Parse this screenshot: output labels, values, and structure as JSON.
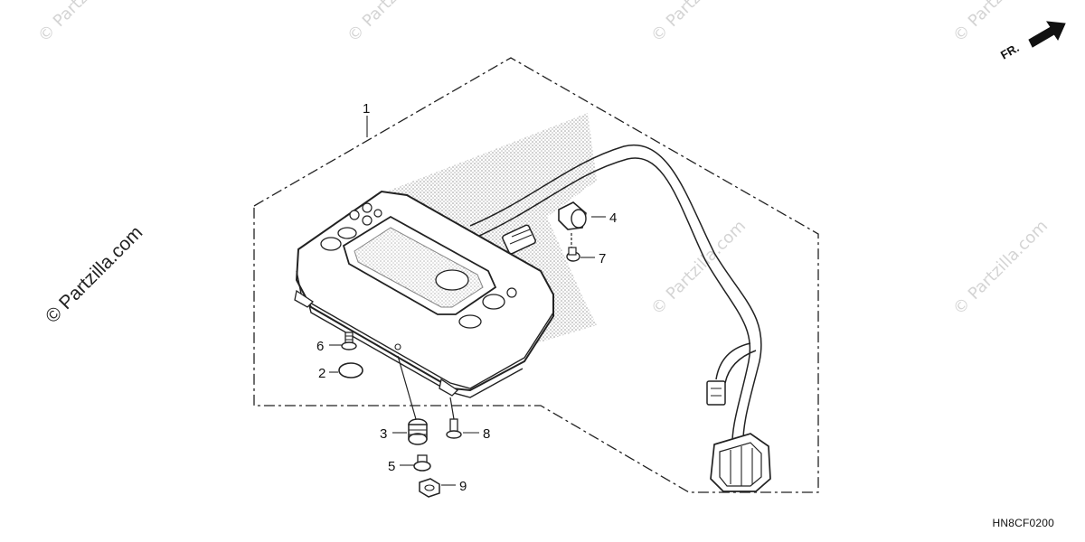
{
  "watermark": {
    "primary": "© Partzilla.com",
    "faint": "© Partzilla.com"
  },
  "direction": {
    "label": "FR."
  },
  "diagram_code": "HN8CF0200",
  "callouts": [
    {
      "id": "1",
      "label": "1"
    },
    {
      "id": "2",
      "label": "2"
    },
    {
      "id": "3",
      "label": "3"
    },
    {
      "id": "4",
      "label": "4"
    },
    {
      "id": "5",
      "label": "5"
    },
    {
      "id": "6",
      "label": "6"
    },
    {
      "id": "7",
      "label": "7"
    },
    {
      "id": "8",
      "label": "8"
    },
    {
      "id": "9",
      "label": "9"
    }
  ]
}
